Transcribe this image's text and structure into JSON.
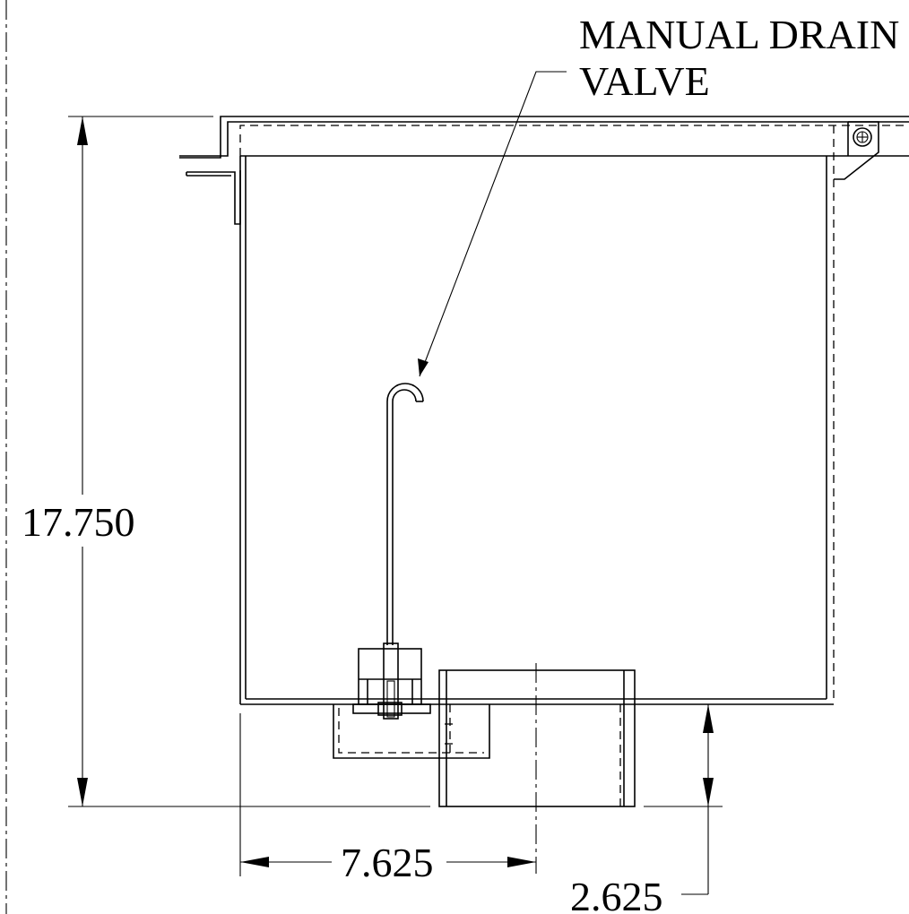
{
  "callout": {
    "line1": "MANUAL DRAIN",
    "line2": "VALVE"
  },
  "dimensions": {
    "height": "17.750",
    "width": "7.625",
    "offset": "2.625"
  }
}
